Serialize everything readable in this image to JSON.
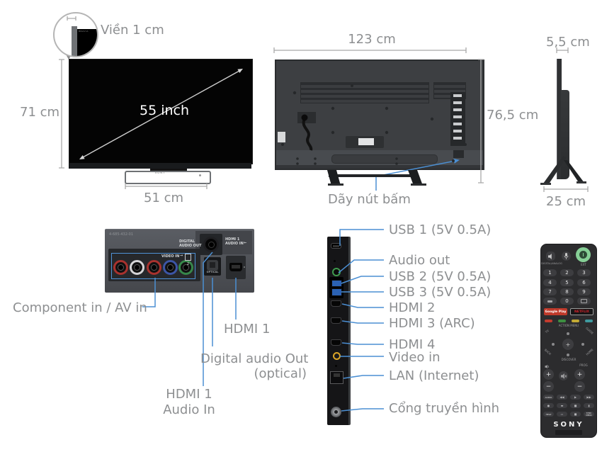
{
  "bezel": {
    "label": "Viền 1 cm",
    "brand": "BRAVIA"
  },
  "front": {
    "diagonal": "55 inch",
    "height": "71 cm",
    "stand_width": "51 cm",
    "brand": "SONY"
  },
  "back": {
    "width": "123 cm",
    "height": "76,5 cm",
    "buttons_label": "Dãy nút bấm"
  },
  "side": {
    "thickness": "5,5 cm",
    "base_depth": "25 cm"
  },
  "rear_panel": {
    "part_number": "4-685-432-01",
    "video_in": "VIDEO IN",
    "video_in_num": "2",
    "digital_line1": "DIGITAL",
    "digital_line2": "AUDIO OUT",
    "hdmi1_line1": "HDMI 1",
    "hdmi1_line2": "AUDIO IN",
    "optical": "OPTICAL",
    "label_component": "Component in / AV in",
    "label_hdmi1": "HDMI 1",
    "label_digital1": "Digital audio Out",
    "label_digital2": "(optical)",
    "label_audioin1": "HDMI 1",
    "label_audioin2": "Audio In"
  },
  "side_panel": {
    "labels": [
      "USB 1 (5V 0.5A)",
      "Audio out",
      "USB 2 (5V 0.5A)",
      "USB 3 (5V 0.5A)",
      "HDMI 2",
      "HDMI 3 (ARC)",
      "HDMI 4",
      "Video in",
      "LAN (Internet)",
      "Cổng truyền hình"
    ]
  },
  "remote": {
    "digital_analog": "DIGITAL/ANALOG",
    "ext": "EXT",
    "digits": [
      "1",
      "2",
      "3",
      "4",
      "5",
      "6",
      "7",
      "8",
      "9",
      "0"
    ],
    "google_play": "Google Play",
    "netflix": "NETFLIX",
    "action_menu": "ACTION MENU",
    "tv": "TV",
    "guide": "GUIDE",
    "back": "BACK",
    "home": "HOME",
    "discover": "DISCOVER",
    "prog": "PROG",
    "audio": "AUDIO",
    "help": "HELP",
    "sync_menu": "SYNC MENU",
    "plus": "+",
    "minus": "−",
    "brand": "SONY"
  },
  "icons": {
    "right_arrow": "→",
    "left_arrow": "←",
    "rew": "◀◀",
    "play": "▶",
    "ffw": "▶▶",
    "rec": "●",
    "stop": "■",
    "pause": "▮",
    "bar": "▬",
    "frame": "▭"
  },
  "colors": {
    "leader_blue": "#4b8fd3",
    "dimension_gray": "#a9a9a9",
    "label_gray": "#8d8f91",
    "power_green": "#86cf96",
    "netflix_red": "#d2222a",
    "google_play_red": "#bf3a2b"
  }
}
